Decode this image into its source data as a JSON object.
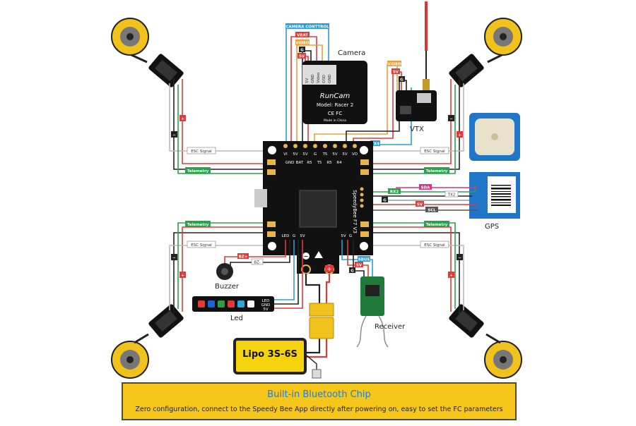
{
  "labels": {
    "camera": "Camera",
    "vtx": "VTX",
    "gps": "GPS",
    "buzzer": "Buzzer",
    "led": "Led",
    "receiver": "Receiver",
    "battery": "Lipo 3S-6S"
  },
  "camera_brand": "RunCam",
  "camera_model": "Model: Racer 2",
  "camera_made": "Made in China",
  "camera_pins": [
    "5V",
    "GND",
    "Video",
    "OSD",
    "GND"
  ],
  "wire_tags": {
    "camera_control": "CAMERA CONTTROL",
    "vbat": "VBAT",
    "video": "VIDEO",
    "g": "G",
    "v5": "5V",
    "vtx_video": "VIDEO",
    "vtx_5v": "5V",
    "vtx_g": "G",
    "tx4": "TX4",
    "esc_signal": "ESC Signal",
    "telemetry": "Telemetry",
    "plus": "+",
    "minus": "−",
    "rx2": "RX2",
    "tx2": "TX2",
    "sda": "SDA",
    "scl": "SCL",
    "gps_5v": "5V",
    "gps_g": "G",
    "bz_plus": "BZ+",
    "bz_minus": "BZ-",
    "sbus": "SBUS",
    "rx_g": "G",
    "rx_5v": "5V",
    "led_pins": [
      "LED",
      "GND",
      "5V"
    ]
  },
  "fc_pins_top": [
    "VI",
    "5V",
    "5V",
    "G",
    "T5",
    "5V",
    "5V",
    "VO"
  ],
  "fc_pins_top2": [
    "GND",
    "BAT",
    "R5",
    "T5",
    "R5",
    "R4"
  ],
  "fc_side_left": "SpeedyBee F7 V3",
  "fc_bottom": [
    "LED",
    "G",
    "5V",
    "5V",
    "G"
  ],
  "banner": {
    "title": "Built-in Bluetooth Chip",
    "subtitle": "Zero configuration, connect to the Speedy Bee App directly after powering on, easy to set the FC parameters"
  },
  "colors": {
    "banner_bg": "#f7c61a",
    "banner_title": "#1f7fd0",
    "telemetry": "#2aa24a",
    "power_plus": "#e23a3a",
    "wire_blue": "#2f9ad8",
    "wire_orange": "#e8a040",
    "wire_magenta": "#d6338a"
  },
  "led_colors": [
    "#e53935",
    "#1e63d6",
    "#2e9e44",
    "#e53935",
    "#2aa8e0",
    "#ffffff"
  ]
}
